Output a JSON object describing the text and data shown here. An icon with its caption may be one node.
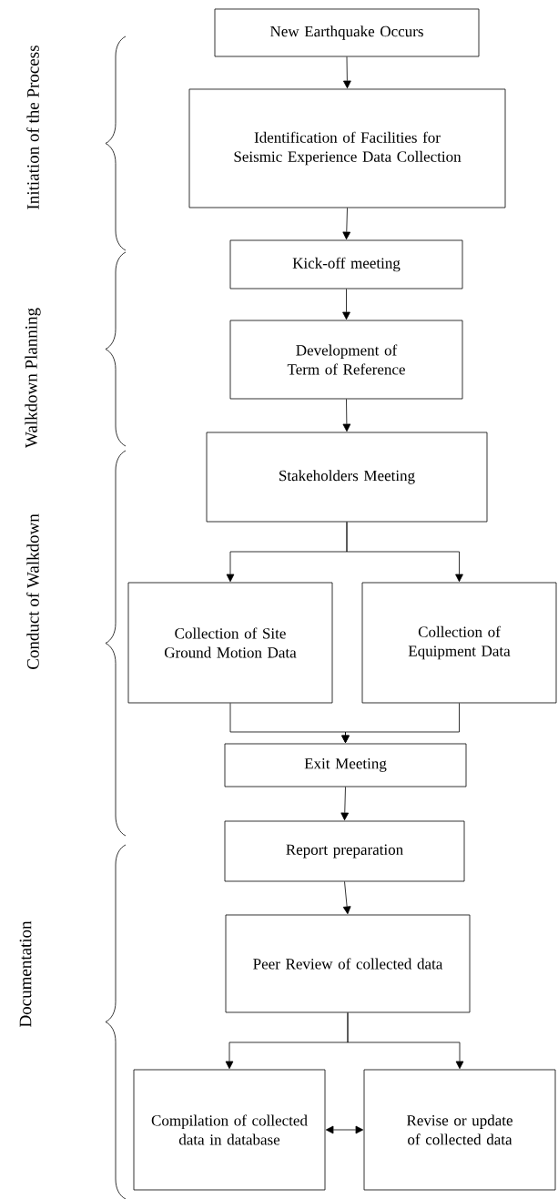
{
  "diagram": {
    "nodes": [
      {
        "text": [
          "New Earthquake Occurs"
        ]
      },
      {
        "text": [
          "Identification of Facilities for Seismic Experience Data Collection"
        ]
      },
      {
        "text": [
          "Kick-off meeting"
        ]
      },
      {
        "text": [
          "Development of Term of Reference"
        ]
      },
      {
        "text": [
          "Stakeholders Meeting"
        ]
      },
      {
        "text": [
          "Collection of Site Ground Motion Data"
        ]
      },
      {
        "text": [
          "Collection of Equipment Data"
        ]
      },
      {
        "text": [
          "Exit Meeting"
        ]
      },
      {
        "text": [
          "Report preparation"
        ]
      },
      {
        "text": [
          "Peer Review of collected data"
        ]
      },
      {
        "text": [
          "Compilation of collected data in database"
        ]
      },
      {
        "text": [
          "Revise or update of collected data"
        ]
      }
    ],
    "edges": [
      {
        "from": 0,
        "to": 1,
        "arrow": "to"
      },
      {
        "from": 1,
        "to": 2,
        "arrow": "to"
      },
      {
        "from": 2,
        "to": 3,
        "arrow": "to"
      },
      {
        "from": 3,
        "to": 4,
        "arrow": "to"
      },
      {
        "from": 4,
        "to": 5,
        "arrow": "to"
      },
      {
        "from": 4,
        "to": 6,
        "arrow": "to"
      },
      {
        "from": 5,
        "to": 7,
        "arrow": "to"
      },
      {
        "from": 6,
        "to": 7,
        "arrow": "to"
      },
      {
        "from": 7,
        "to": 8,
        "arrow": "to"
      },
      {
        "from": 8,
        "to": 9,
        "arrow": "to"
      },
      {
        "from": 9,
        "to": 10,
        "arrow": "to"
      },
      {
        "from": 9,
        "to": 11,
        "arrow": "to"
      },
      {
        "from": 10,
        "to": 11,
        "arrow": "both"
      }
    ],
    "labels": [
      "Initiation of the Process",
      "Walkdown Planning",
      "Conduct of Walkdown",
      "Documentation"
    ]
  }
}
